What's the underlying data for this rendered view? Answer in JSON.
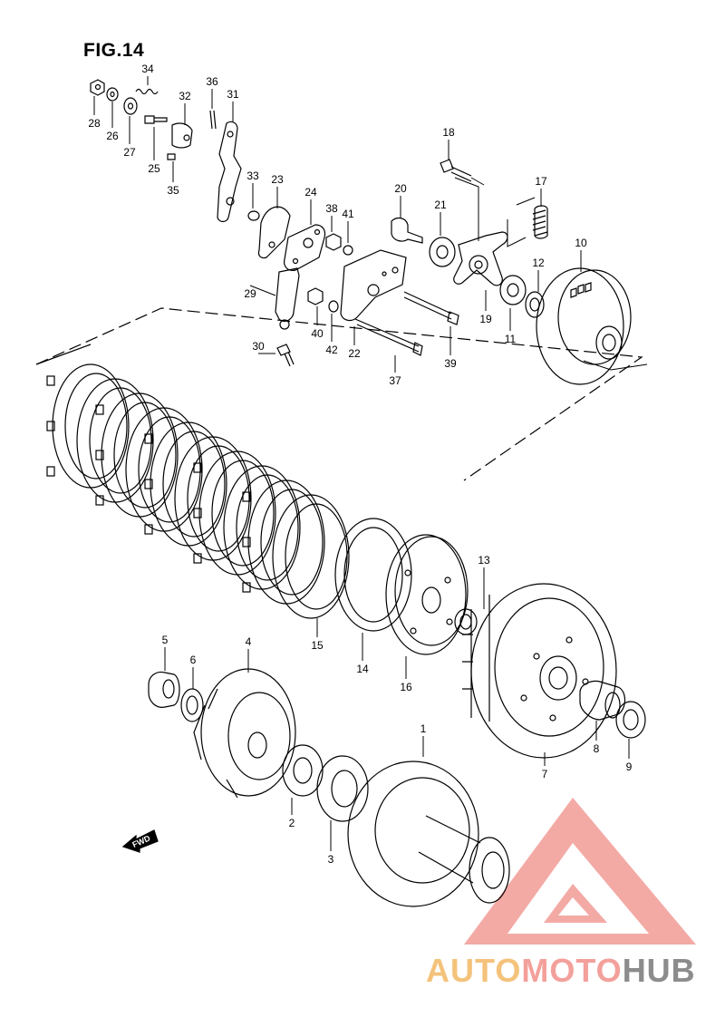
{
  "figure_title": "FIG.14",
  "fwd_label": "FWD",
  "watermark": {
    "part_a": "AUTO",
    "part_b": "MOTO",
    "part_c": "HUB"
  },
  "colors": {
    "line": "#000000",
    "watermark_red": "#f08e88",
    "watermark_orange": "#f4c27a",
    "watermark_gray": "#8c8c8c"
  },
  "callouts": [
    "1",
    "2",
    "3",
    "4",
    "5",
    "6",
    "7",
    "8",
    "9",
    "10",
    "11",
    "12",
    "13",
    "14",
    "15",
    "16",
    "17",
    "18",
    "19",
    "20",
    "21",
    "22",
    "23",
    "24",
    "25",
    "26",
    "27",
    "28",
    "29",
    "30",
    "31",
    "32",
    "33",
    "34",
    "35",
    "36",
    "37",
    "38",
    "39",
    "40",
    "41",
    "42"
  ]
}
